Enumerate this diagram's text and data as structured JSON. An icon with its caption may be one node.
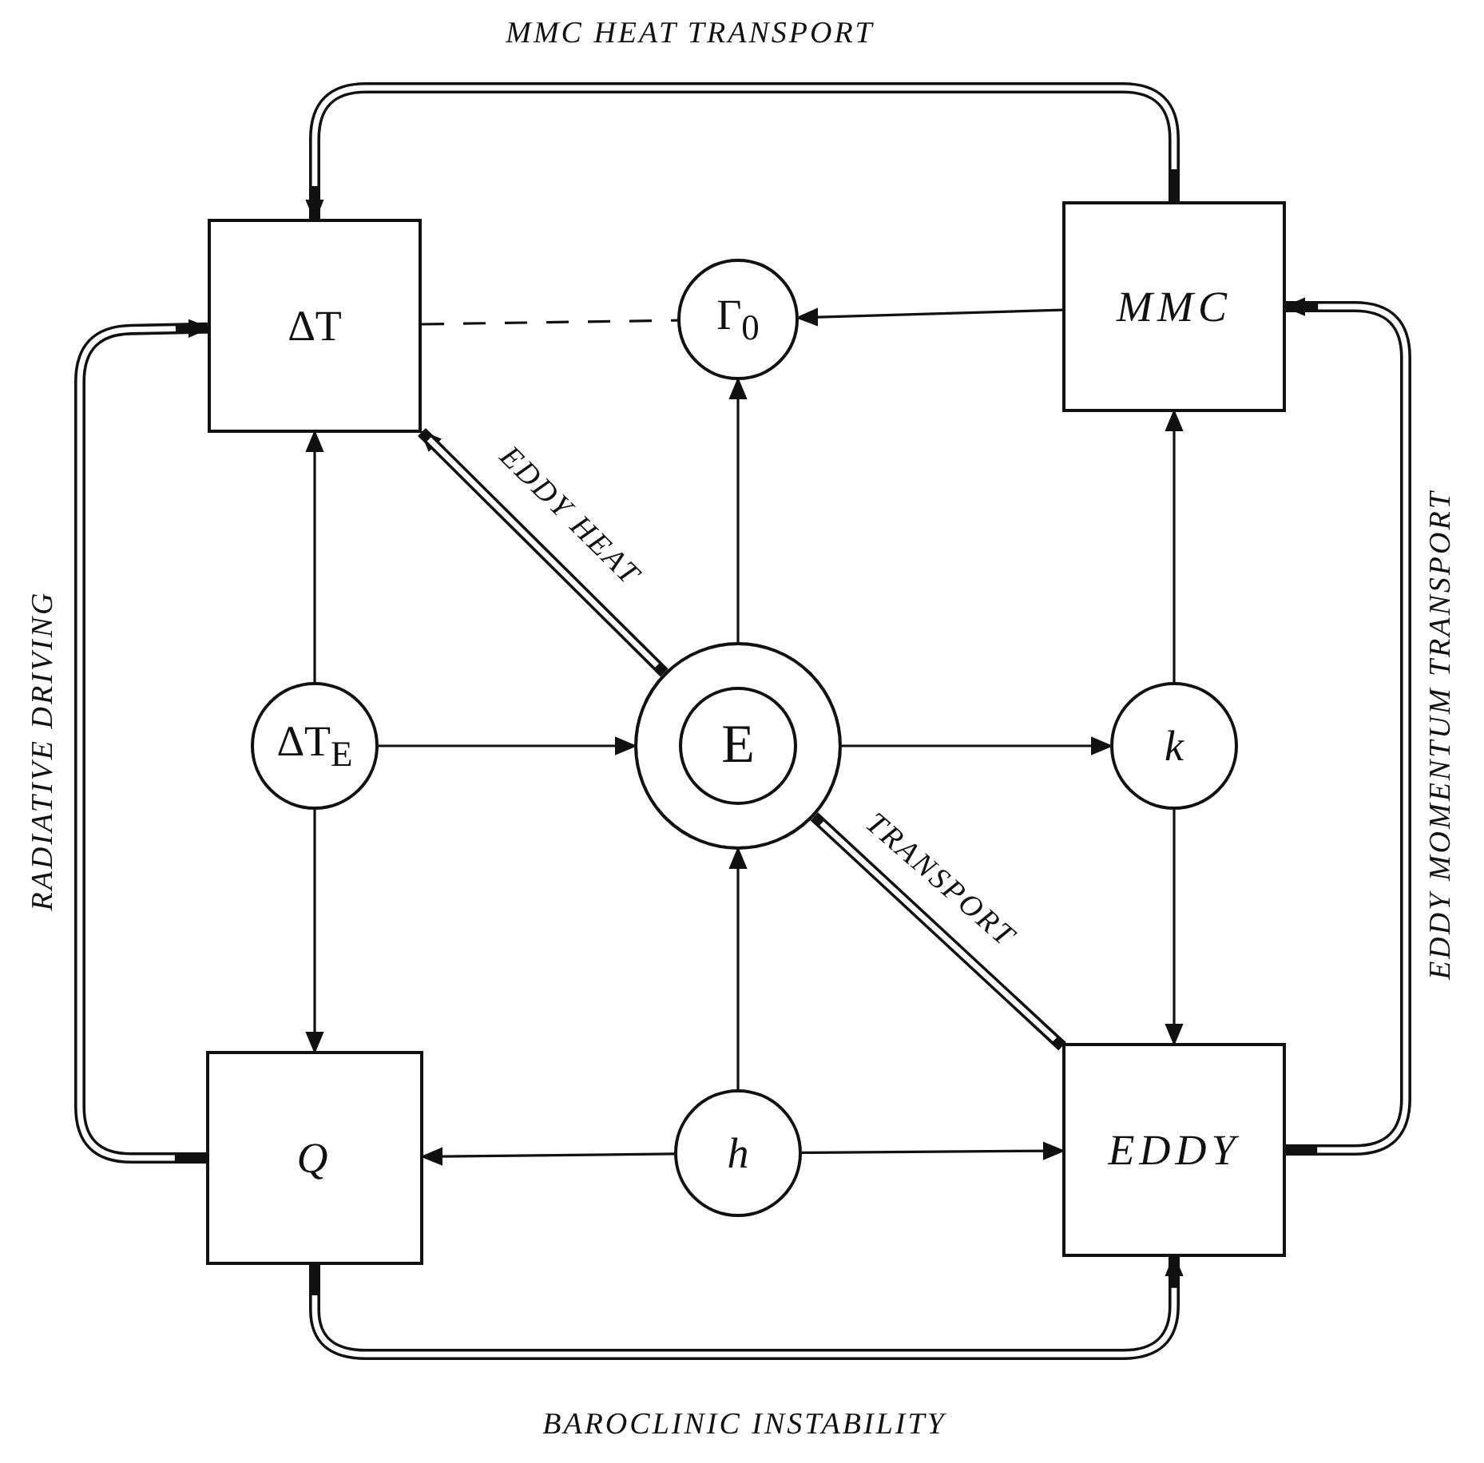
{
  "diagram": {
    "nodes": [
      {
        "text": [
          "ΔT"
        ]
      },
      {
        "text": [
          "Γ$_{0}$"
        ]
      },
      {
        "text": [
          "MMC"
        ]
      },
      {
        "text": [
          "ΔT$_{E}$"
        ]
      },
      {
        "text": [
          "E"
        ]
      },
      {
        "text": [
          "k"
        ]
      },
      {
        "text": [
          "Q"
        ]
      },
      {
        "text": [
          "h"
        ]
      },
      {
        "text": [
          "EDDY"
        ]
      }
    ],
    "edges": [
      {
        "from": 2,
        "to": 0,
        "arrow": "to",
        "style": "thick",
        "label": "MMC HEAT TRANSPORT"
      },
      {
        "from": 0,
        "to": 1,
        "arrow": "none",
        "style": "dashed"
      },
      {
        "from": 2,
        "to": 1,
        "arrow": "to"
      },
      {
        "from": 4,
        "to": 1,
        "arrow": "to"
      },
      {
        "from": 3,
        "to": 0,
        "arrow": "to"
      },
      {
        "from": 3,
        "to": 4,
        "arrow": "to"
      },
      {
        "from": 4,
        "to": 5,
        "arrow": "to"
      },
      {
        "from": 5,
        "to": 2,
        "arrow": "to"
      },
      {
        "from": 3,
        "to": 6,
        "arrow": "to"
      },
      {
        "from": 5,
        "to": 8,
        "arrow": "to"
      },
      {
        "from": 7,
        "to": 4,
        "arrow": "to"
      },
      {
        "from": 7,
        "to": 6,
        "arrow": "to"
      },
      {
        "from": 7,
        "to": 8,
        "arrow": "to"
      },
      {
        "from": 4,
        "to": 0,
        "arrow": "to",
        "style": "thick",
        "label": "EDDY HEAT"
      },
      {
        "from": 8,
        "to": 4,
        "arrow": "none",
        "style": "thick",
        "label": "TRANSPORT"
      },
      {
        "from": 6,
        "to": 0,
        "arrow": "to",
        "style": "thick",
        "label": "RADIATIVE DRIVING"
      },
      {
        "from": 6,
        "to": 8,
        "arrow": "to",
        "style": "thick",
        "label": "BAROCLINIC INSTABILITY"
      },
      {
        "from": 8,
        "to": 2,
        "arrow": "to",
        "style": "thick",
        "label": "EDDY MOMENTUM TRANSPORT"
      }
    ]
  }
}
